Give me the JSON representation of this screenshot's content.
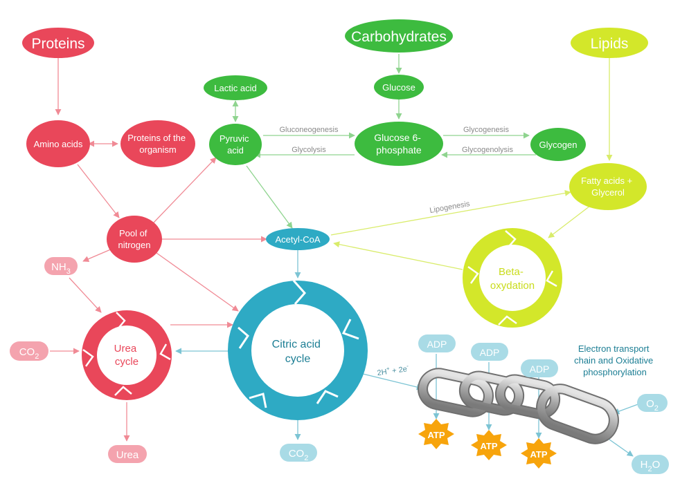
{
  "colors": {
    "protein": "#e9475a",
    "protein_light": "#f4a3ae",
    "carb": "#3dbb3f",
    "lipid": "#d3e72a",
    "cyan": "#2eaac4",
    "cyan_light": "#a9dbe6",
    "atp": "#f7a40c",
    "chain": "#b5b5b5",
    "edge_protein": "#f08a95",
    "edge_carb": "#8fd48f",
    "edge_lipid": "#d9ec6a",
    "edge_cyan": "#7cc4d4"
  },
  "nodes": {
    "proteins": "Proteins",
    "carbohydrates": "Carbohydrates",
    "lipids": "Lipids",
    "lactic_acid": "Lactic acid",
    "glucose": "Glucose",
    "amino_acids": "Amino acids",
    "proteins_organism": [
      "Proteins of the",
      "organism"
    ],
    "pyruvic_acid": [
      "Pyruvic",
      "acid"
    ],
    "glucose6p": [
      "Glucose 6-",
      "phosphate"
    ],
    "glycogen": "Glycogen",
    "fatty_acids": [
      "Fatty acids +",
      "Glycerol"
    ],
    "pool_nitrogen": [
      "Pool of",
      "nitrogen"
    ],
    "acetyl_coa": "Acetyl-CoA",
    "nh3": {
      "base": "NH",
      "sub": "3"
    },
    "co2_left": {
      "base": "CO",
      "sub": "2"
    },
    "co2_bottom": {
      "base": "CO",
      "sub": "2"
    },
    "urea": "Urea",
    "o2": {
      "base": "O",
      "sub": "2"
    },
    "h2o": {
      "base": "H",
      "sub": "2",
      "tail": "O"
    },
    "adp_1": "ADP",
    "adp_2": "ADP",
    "adp_3": "ADP",
    "atp_1": "ATP",
    "atp_2": "ATP",
    "atp_3": "ATP"
  },
  "cycles": {
    "urea": [
      "Urea",
      "cycle"
    ],
    "citric": [
      "Citric acid",
      "cycle"
    ],
    "beta": [
      "Beta-",
      "oxydation"
    ]
  },
  "edge_labels": {
    "gluconeogenesis": "Gluconeogenesis",
    "glycolysis": "Glycolysis",
    "glycogenesis": "Glycogenesis",
    "glycogenolysis": "Glycogenolysis",
    "lipogenesis": "Lipogenesis",
    "electrons": {
      "a": "2H",
      "b": "+",
      "c": " + 2e",
      "d": "-"
    }
  },
  "etc_title": [
    "Electron transport",
    "chain and Oxidative",
    "phosphorylation"
  ]
}
